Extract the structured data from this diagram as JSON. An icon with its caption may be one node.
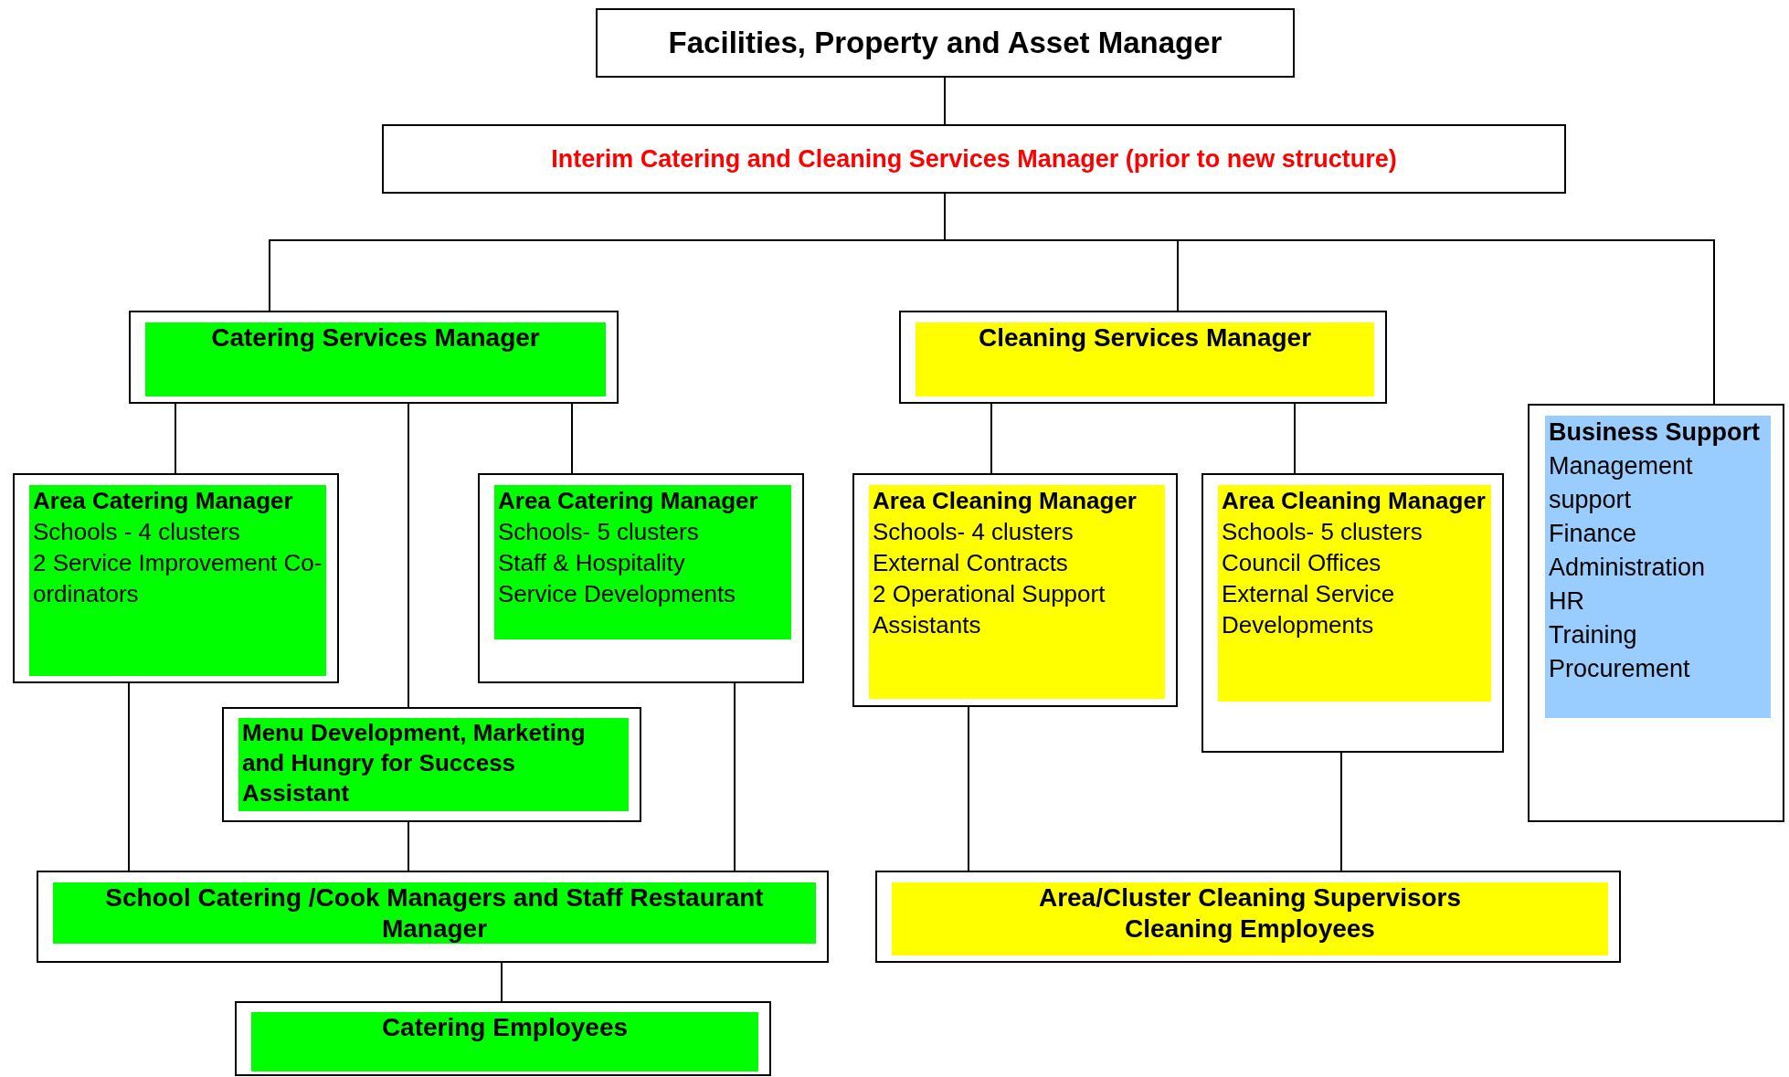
{
  "diagram": {
    "nodes": [
      {
        "text": [
          "Facilities, Property and Asset Manager"
        ]
      },
      {
        "text": [
          "Interim Catering and Cleaning Services Manager (prior to new structure)"
        ]
      },
      {
        "text": [
          "Catering Services Manager"
        ]
      },
      {
        "text": [
          "Cleaning Services Manager"
        ]
      },
      {
        "text": [
          "Business Support",
          "Management support",
          "Finance",
          "Administration",
          "HR",
          "Training",
          "Procurement"
        ]
      },
      {
        "text": [
          "Area Catering Manager",
          "Schools - 4 clusters",
          "2 Service Improvement Co-ordinators"
        ]
      },
      {
        "text": [
          "Area Catering Manager",
          "Schools- 5 clusters",
          "Staff & Hospitality",
          "Service Developments"
        ]
      },
      {
        "text": [
          "Menu Development, Marketing and Hungry for Success Assistant"
        ]
      },
      {
        "text": [
          "Area Cleaning Manager",
          "Schools- 4 clusters",
          "External Contracts",
          "2 Operational Support Assistants"
        ]
      },
      {
        "text": [
          "Area Cleaning Manager",
          "Schools- 5 clusters",
          "Council Offices",
          "External Service Developments"
        ]
      },
      {
        "text": [
          "School Catering /Cook Managers and Staff Restaurant Manager"
        ]
      },
      {
        "text": [
          "Area/Cluster Cleaning Supervisors",
          "Cleaning Employees"
        ]
      },
      {
        "text": [
          "Catering Employees"
        ]
      }
    ],
    "edges": [
      {
        "from": 0,
        "to": 1,
        "arrow": "none"
      },
      {
        "from": 1,
        "to": 2,
        "arrow": "none"
      },
      {
        "from": 1,
        "to": 3,
        "arrow": "none"
      },
      {
        "from": 1,
        "to": 4,
        "arrow": "none"
      },
      {
        "from": 2,
        "to": 5,
        "arrow": "none"
      },
      {
        "from": 2,
        "to": 7,
        "arrow": "none"
      },
      {
        "from": 2,
        "to": 6,
        "arrow": "none"
      },
      {
        "from": 5,
        "to": 10,
        "arrow": "none"
      },
      {
        "from": 7,
        "to": 10,
        "arrow": "none"
      },
      {
        "from": 6,
        "to": 10,
        "arrow": "none"
      },
      {
        "from": 10,
        "to": 12,
        "arrow": "none"
      },
      {
        "from": 3,
        "to": 8,
        "arrow": "none"
      },
      {
        "from": 3,
        "to": 9,
        "arrow": "none"
      },
      {
        "from": 8,
        "to": 11,
        "arrow": "none"
      },
      {
        "from": 9,
        "to": 11,
        "arrow": "none"
      }
    ]
  }
}
